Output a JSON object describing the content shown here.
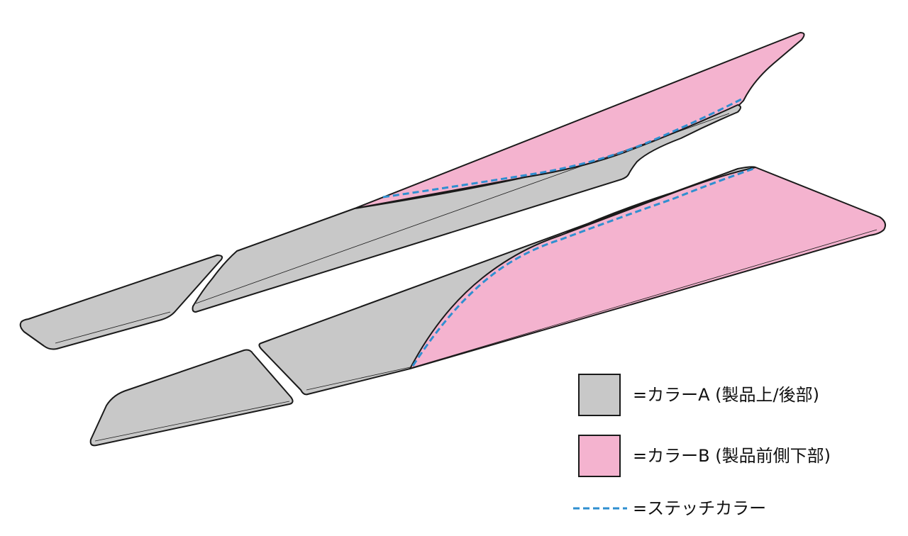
{
  "colors": {
    "color_a": "#c8c8c8",
    "color_b": "#f4b3cf",
    "stitch": "#2f8fd0",
    "outline": "#1a1a1a"
  },
  "legend": {
    "color_a_label": "=カラーA (製品上/後部)",
    "color_b_label": "=カラーB (製品前側下部)",
    "stitch_label": "=ステッチカラー"
  }
}
